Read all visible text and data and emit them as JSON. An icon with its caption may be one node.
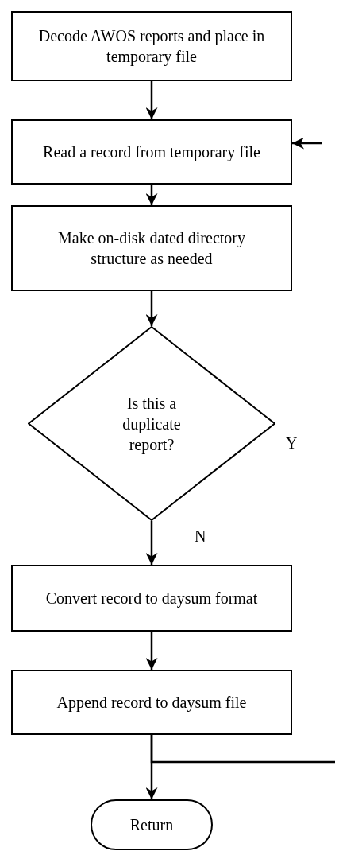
{
  "diagram": {
    "nodes": [
      {
        "text": [
          "Decode AWOS reports and place in temporary file"
        ]
      },
      {
        "text": [
          "Read a record from temporary file"
        ]
      },
      {
        "text": [
          "Make on-disk dated directory structure as needed"
        ]
      },
      {
        "text": [
          "Is this a duplicate report?"
        ]
      },
      {
        "text": [
          "Convert record to daysum format"
        ]
      },
      {
        "text": [
          "Append record to daysum file"
        ]
      },
      {
        "text": [
          "Return"
        ]
      }
    ],
    "edges": [
      {
        "from": 0,
        "to": 1,
        "arrow": "to"
      },
      {
        "from": 1,
        "to": 2,
        "arrow": "to"
      },
      {
        "from": 2,
        "to": 3,
        "arrow": "to"
      },
      {
        "from": 3,
        "to": 4,
        "arrow": "to",
        "label": "N"
      },
      {
        "from": 4,
        "to": 5,
        "arrow": "to"
      },
      {
        "from": 5,
        "to": 6,
        "arrow": "to"
      },
      {
        "from": null,
        "to": 1,
        "arrow": "to"
      },
      {
        "from": 5,
        "to": null,
        "arrow": "none"
      }
    ],
    "labels": [
      "Y"
    ]
  }
}
